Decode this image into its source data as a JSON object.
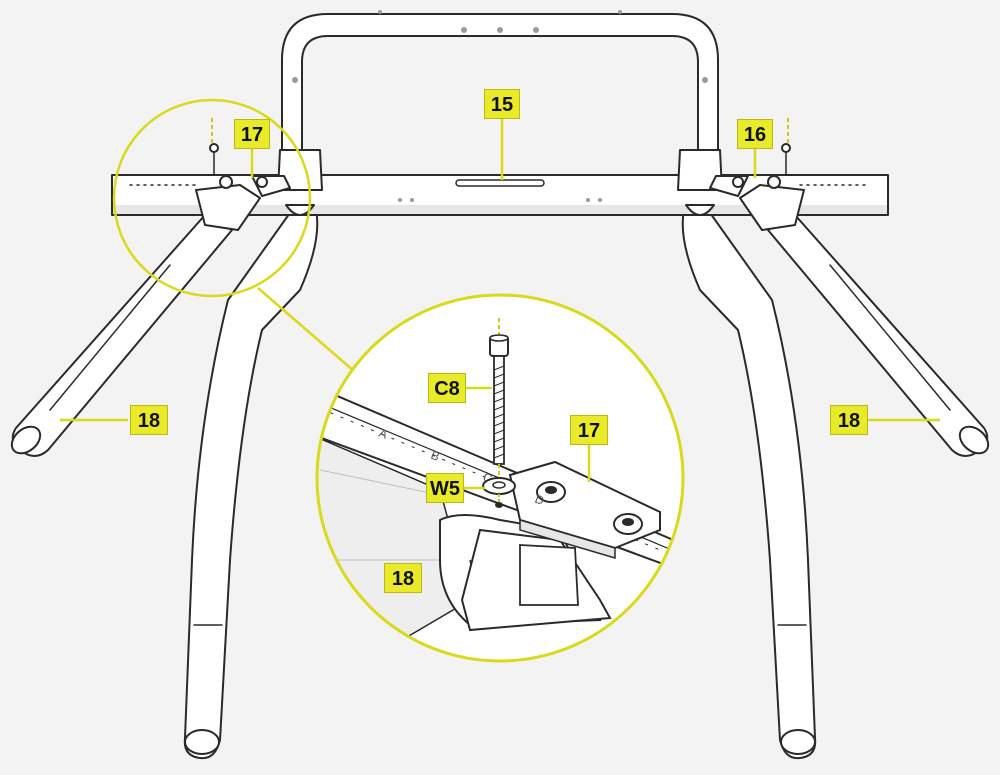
{
  "callouts": {
    "c15": "15",
    "c17_top": "17",
    "c16": "16",
    "c18_left": "18",
    "c18_right": "18",
    "c8": "C8",
    "c17_detail": "17",
    "w5": "W5",
    "c18_detail": "18"
  },
  "scale_letters": [
    "A",
    "B",
    "C",
    "D"
  ],
  "colors": {
    "highlight": "#e8ea2a",
    "leader": "#d8da1a",
    "line": "#2a2a2a",
    "background": "#f3f3f3"
  }
}
